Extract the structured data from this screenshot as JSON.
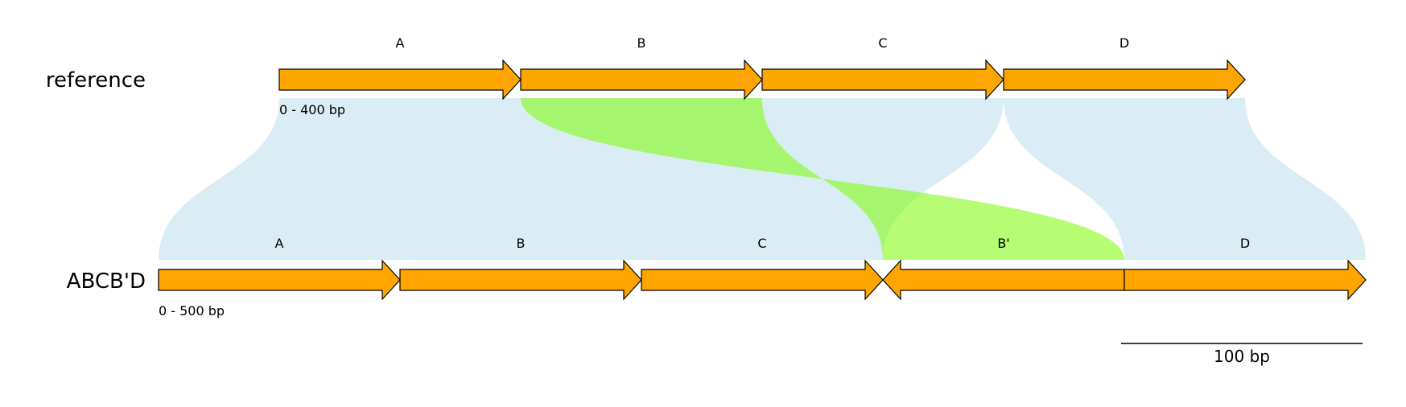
{
  "tracks": [
    {
      "name": "reference",
      "range_label": "0 - 400 bp",
      "length_bp": 400,
      "genes": [
        {
          "label": "A",
          "start": 0,
          "end": 100,
          "strand": 1
        },
        {
          "label": "B",
          "start": 100,
          "end": 200,
          "strand": 1
        },
        {
          "label": "C",
          "start": 200,
          "end": 300,
          "strand": 1
        },
        {
          "label": "D",
          "start": 300,
          "end": 400,
          "strand": 1
        }
      ]
    },
    {
      "name": "ABCB'D",
      "range_label": "0 - 500 bp",
      "length_bp": 500,
      "genes": [
        {
          "label": "A",
          "start": 0,
          "end": 100,
          "strand": 1
        },
        {
          "label": "B",
          "start": 100,
          "end": 200,
          "strand": 1
        },
        {
          "label": "C",
          "start": 200,
          "end": 300,
          "strand": 1
        },
        {
          "label": "B'",
          "start": 300,
          "end": 400,
          "strand": -1
        },
        {
          "label": "D",
          "start": 400,
          "end": 500,
          "strand": 1
        }
      ]
    }
  ],
  "links": [
    {
      "ref": [
        0,
        100
      ],
      "query": [
        0,
        100
      ],
      "color": "#add8e6"
    },
    {
      "ref": [
        100,
        200
      ],
      "query": [
        100,
        200
      ],
      "color": "#add8e6"
    },
    {
      "ref": [
        200,
        300
      ],
      "query": [
        200,
        300
      ],
      "color": "#add8e6"
    },
    {
      "ref": [
        300,
        400
      ],
      "query": [
        400,
        500
      ],
      "color": "#add8e6"
    },
    {
      "ref": [
        100,
        200
      ],
      "query": [
        400,
        300
      ],
      "color": "#7cfc00"
    }
  ],
  "scale_bar": {
    "label": "100 bp",
    "length_bp": 100
  },
  "colors": {
    "gene_fill": "#ffa500",
    "same_strand_link": "#add8e6",
    "inverted_link": "#7cfc00"
  }
}
